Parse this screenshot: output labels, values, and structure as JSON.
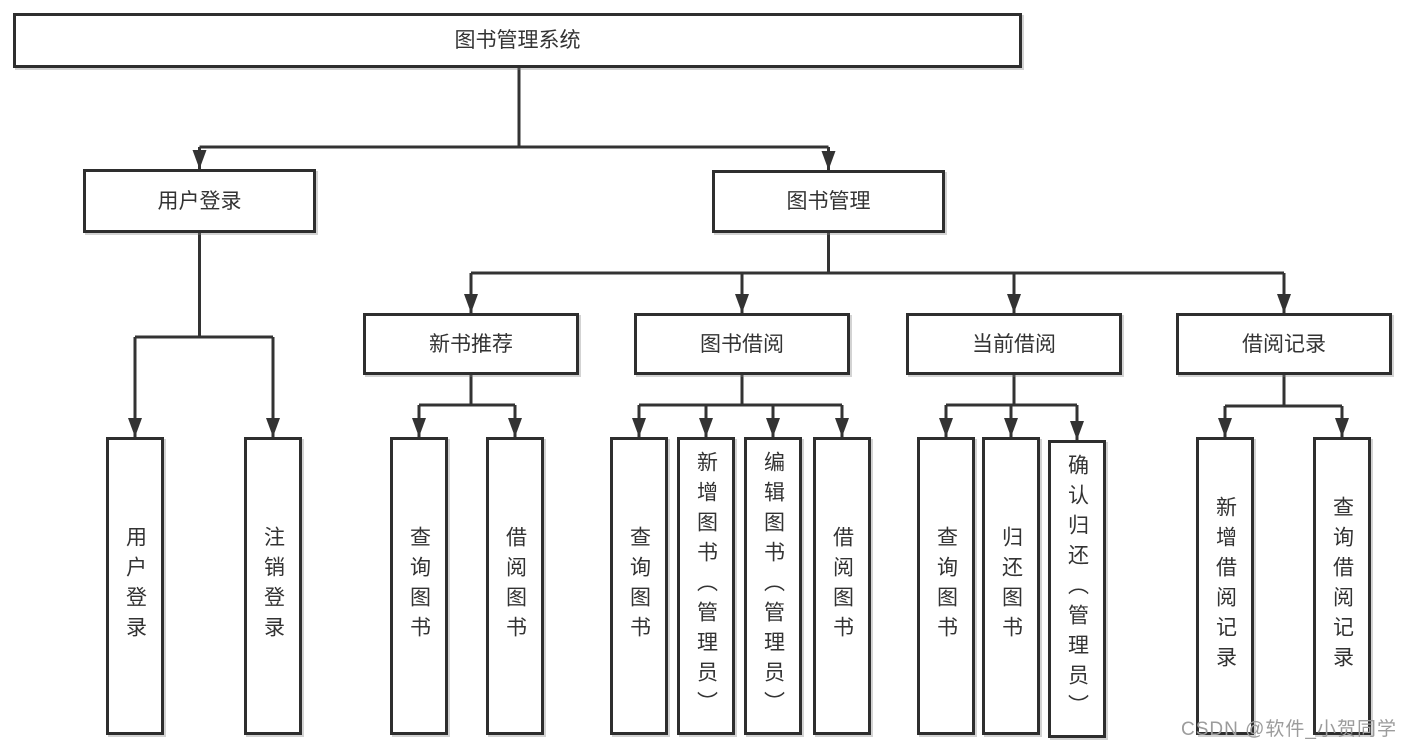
{
  "tree": {
    "root": {
      "label": "图书管理系统",
      "children": [
        {
          "label": "用户登录",
          "children": [
            {
              "label": "用户登录"
            },
            {
              "label": "注销登录"
            }
          ]
        },
        {
          "label": "图书管理",
          "children": [
            {
              "label": "新书推荐",
              "children": [
                {
                  "label": "查询图书"
                },
                {
                  "label": "借阅图书"
                }
              ]
            },
            {
              "label": "图书借阅",
              "children": [
                {
                  "label": "查询图书"
                },
                {
                  "label": "新增图书（管理员）"
                },
                {
                  "label": "编辑图书（管理员）"
                },
                {
                  "label": "借阅图书"
                }
              ]
            },
            {
              "label": "当前借阅",
              "children": [
                {
                  "label": "查询图书"
                },
                {
                  "label": "归还图书"
                },
                {
                  "label": "确认归还（管理员）"
                }
              ]
            },
            {
              "label": "借阅记录",
              "children": [
                {
                  "label": "新增借阅记录"
                },
                {
                  "label": "查询借阅记录"
                }
              ]
            }
          ]
        }
      ]
    }
  },
  "watermark": "CSDN @软件_小贺同学",
  "colors": {
    "line": "#333333",
    "box_border": "#2e2e2e",
    "box_bg": "#ffffff",
    "text": "#333333",
    "watermark": "#9c9c9c",
    "background": "#ffffff"
  }
}
